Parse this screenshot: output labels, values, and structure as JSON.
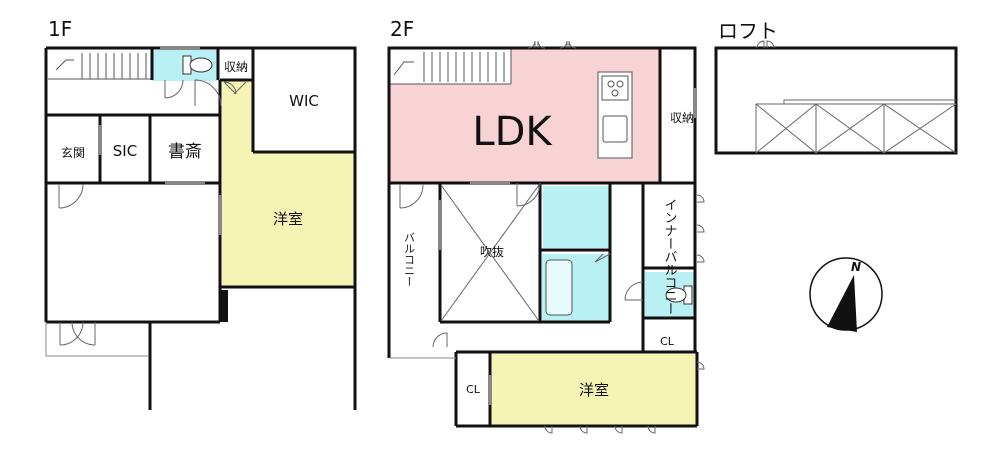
{
  "floors": {
    "first": {
      "title": "1F",
      "rooms": {
        "storage": "収納",
        "wic": "WIC",
        "entrance": "玄関",
        "sic": "SIC",
        "study": "書斎",
        "western_room": "洋室"
      }
    },
    "second": {
      "title": "2F",
      "rooms": {
        "ldk": "LDK",
        "storage": "収納",
        "inner_balcony": "インナーバルコニー",
        "balcony": "バルコニー",
        "void": "吹抜",
        "closet": "CL",
        "closet_2": "CL",
        "western_room": "洋室"
      }
    },
    "loft": {
      "title": "ロフト"
    }
  },
  "compass": {
    "label": "N"
  },
  "colors": {
    "ldk": "#f8d3d6",
    "western_room": "#f5f4b5",
    "water": "#b9f0f4",
    "wall": "#111111"
  }
}
